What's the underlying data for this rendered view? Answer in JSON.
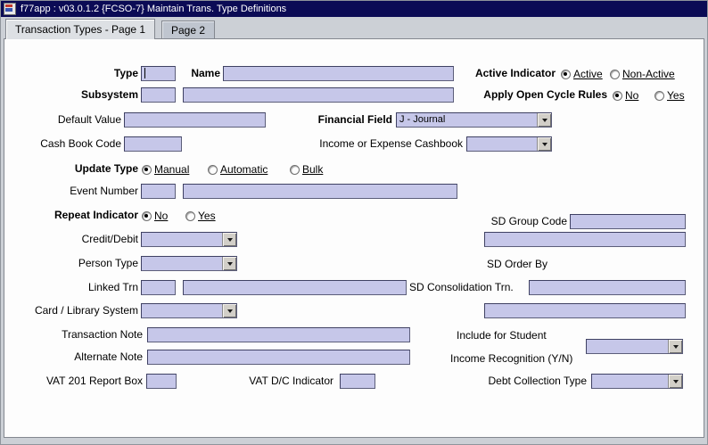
{
  "window": {
    "title": "f77app : v03.0.1.2 {FCSO-7} Maintain Trans. Type Definitions"
  },
  "tabs": [
    {
      "label": "Transaction Types - Page 1"
    },
    {
      "label": "Page 2"
    }
  ],
  "colors": {
    "titlebar_bg": "#0b0b55",
    "field_bg": "#c6c7e9"
  },
  "fields": {
    "type": {
      "label": "Type",
      "value": ""
    },
    "name": {
      "label": "Name",
      "value": ""
    },
    "active_indicator": {
      "label": "Active Indicator",
      "options": [
        "Active",
        "Non-Active"
      ],
      "selected": "Active"
    },
    "subsystem": {
      "label": "Subsystem",
      "code": "",
      "description": ""
    },
    "apply_open_cycle_rules": {
      "label": "Apply Open Cycle Rules",
      "options": [
        "No",
        "Yes"
      ],
      "selected": "No"
    },
    "default_value": {
      "label": "Default Value",
      "value": ""
    },
    "financial_field": {
      "label": "Financial Field",
      "value": "J - Journal"
    },
    "cash_book_code": {
      "label": "Cash Book Code",
      "value": ""
    },
    "income_or_expense_cashbook": {
      "label": "Income or Expense Cashbook",
      "value": ""
    },
    "update_type": {
      "label": "Update Type",
      "options": [
        "Manual",
        "Automatic",
        "Bulk"
      ],
      "selected": "Manual"
    },
    "event_number": {
      "label": "Event Number",
      "code": "",
      "description": ""
    },
    "repeat_indicator": {
      "label": "Repeat Indicator",
      "options": [
        "No",
        "Yes"
      ],
      "selected": "No"
    },
    "sd_group_code": {
      "label": "SD Group Code",
      "value": "",
      "description": ""
    },
    "credit_debit": {
      "label": "Credit/Debit",
      "value": ""
    },
    "person_type": {
      "label": "Person Type",
      "value": ""
    },
    "sd_order_by": {
      "label": "SD Order By"
    },
    "linked_trn": {
      "label": "Linked Trn",
      "code": "",
      "description": ""
    },
    "sd_consolidation_trn": {
      "label": "SD Consolidation Trn.",
      "value": "",
      "description": ""
    },
    "card_library_system": {
      "label": "Card / Library System",
      "value": ""
    },
    "transaction_note": {
      "label": "Transaction Note",
      "value": ""
    },
    "alternate_note": {
      "label": "Alternate Note",
      "value": ""
    },
    "include_for_student_income_recognition": {
      "label_line1": "Include for Student",
      "label_line2": "Income Recognition (Y/N)",
      "value": ""
    },
    "vat_201_report_box": {
      "label": "VAT 201 Report Box",
      "value": ""
    },
    "vat_dc_indicator": {
      "label": "VAT D/C Indicator",
      "value": ""
    },
    "debt_collection_type": {
      "label": "Debt Collection Type",
      "value": ""
    }
  }
}
